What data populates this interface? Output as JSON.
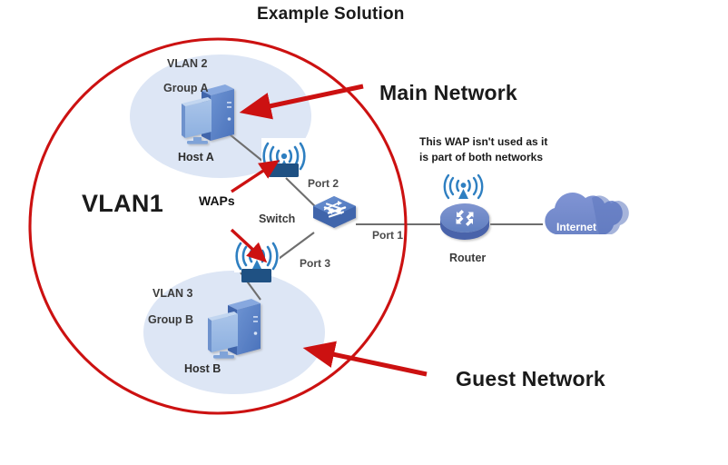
{
  "page": {
    "title": "Example Solution",
    "background_color": "#ffffff"
  },
  "colors": {
    "annotation_red": "#cc1111",
    "circle_red": "#cc1111",
    "ellipse_fill": "#dde6f5",
    "device_blue": "#4f7bc4",
    "device_blue_light": "#9ebbe4",
    "wap_blue": "#2e7fc1",
    "wap_box_navy": "#1f5183",
    "router_blue": "#5f7fc0",
    "cloud_blue": "#7189cc",
    "link_gray": "#6e6e6e",
    "text_dark": "#1a1a1a"
  },
  "boundary": {
    "label": "VLAN1",
    "shape": "circle",
    "stroke_color": "#cc1111"
  },
  "zones": [
    {
      "id": "vlan2-zone",
      "vlan_label": "VLAN 2",
      "group_label": "Group A",
      "host_label": "Host A"
    },
    {
      "id": "vlan3-zone",
      "vlan_label": "VLAN 3",
      "group_label": "Group B",
      "host_label": "Host B"
    }
  ],
  "devices": {
    "switch": {
      "label": "Switch",
      "icon": "switch-icon"
    },
    "router": {
      "label": "Router",
      "icon": "router-icon"
    },
    "internet": {
      "label": "Internet",
      "icon": "cloud-icon"
    },
    "wap_group_label": "WAPs",
    "waps": [
      {
        "id": "wap-top",
        "icon": "wireless-access-point-icon"
      },
      {
        "id": "wap-bottom",
        "icon": "wireless-access-point-icon"
      },
      {
        "id": "wap-router",
        "icon": "wireless-access-point-icon"
      }
    ],
    "hosts": [
      {
        "id": "host-a",
        "icon": "desktop-computer-icon"
      },
      {
        "id": "host-b",
        "icon": "desktop-computer-icon"
      }
    ]
  },
  "ports": [
    {
      "id": "port-1",
      "label": "Port 1"
    },
    {
      "id": "port-2",
      "label": "Port 2"
    },
    {
      "id": "port-3",
      "label": "Port 3"
    }
  ],
  "callouts": [
    {
      "id": "main-network",
      "label": "Main Network"
    },
    {
      "id": "guest-network",
      "label": "Guest Network"
    }
  ],
  "notes": [
    {
      "id": "wap-unused-note",
      "line1": "This WAP isn't used as it",
      "line2": "is part of both networks"
    }
  ]
}
